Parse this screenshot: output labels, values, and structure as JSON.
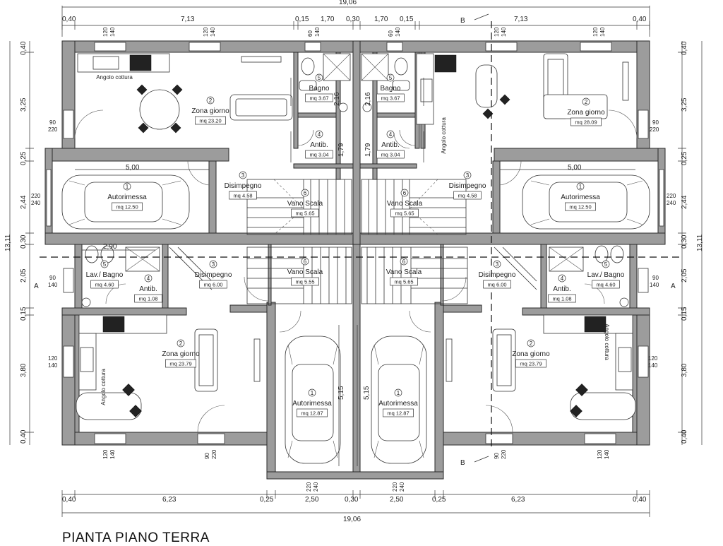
{
  "title": "PIANTA PIANO TERRA",
  "overall_width": "19,06",
  "overall_height": "13,11",
  "section_a": "A",
  "section_b": "B",
  "top_dims": [
    "0,40",
    "7,13",
    "0,15",
    "1,70",
    "0,30",
    "1,70",
    "0,15",
    "7,13",
    "0,40"
  ],
  "bottom_dims": [
    "0,40",
    "6,23",
    "0,25",
    "2,50",
    "0,30",
    "2,50",
    "0,25",
    "6,23",
    "0,40"
  ],
  "side_dims": [
    "0,40",
    "3,25",
    "0,25",
    "2,44",
    "0,30",
    "2,05",
    "0,15",
    "3,80",
    "0,40"
  ],
  "window_top": [
    {
      "w": "120",
      "h": "140"
    },
    {
      "w": "120",
      "h": "140"
    },
    {
      "w": "60",
      "h": "140"
    },
    {
      "w": "60",
      "h": "140"
    },
    {
      "w": "120",
      "h": "140"
    },
    {
      "w": "120",
      "h": "140"
    }
  ],
  "window_bottom": [
    {
      "w": "120",
      "h": "140"
    },
    {
      "w": "90",
      "h": "220"
    },
    {
      "w": "220",
      "h": "240"
    },
    {
      "w": "220",
      "h": "240"
    },
    {
      "w": "90",
      "h": "220"
    },
    {
      "w": "120",
      "h": "140"
    }
  ],
  "side_openings": {
    "upper_door": {
      "w": "90",
      "h": "220"
    },
    "garage_door": {
      "w": "220",
      "h": "240"
    },
    "bath_window": {
      "w": "90",
      "h": "140"
    },
    "kitchen_window": {
      "w": "120",
      "h": "140"
    }
  },
  "inner_dims": {
    "garage_len": "5,00",
    "bath_h1": "2,16",
    "antib_h": "1,79",
    "garage_len_lower": "5,15",
    "lower_width": "2,90"
  },
  "rooms": [
    {
      "id": "up-l-zona",
      "num": "2",
      "name": "Zona giorno",
      "area": "mq 23.20"
    },
    {
      "id": "up-l-angolo",
      "num": "",
      "name": "Angolo cottura",
      "area": ""
    },
    {
      "id": "up-l-bagno",
      "num": "5",
      "name": "Bagno",
      "area": "mq 3.67"
    },
    {
      "id": "up-l-antib",
      "num": "4",
      "name": "Antib.",
      "area": "mq 3.04"
    },
    {
      "id": "up-l-disimp",
      "num": "3",
      "name": "Disimpegno",
      "area": "mq 4.58"
    },
    {
      "id": "up-l-autorim",
      "num": "1",
      "name": "Autorimessa",
      "area": "mq 12.50"
    },
    {
      "id": "up-l-scala",
      "num": "6",
      "name": "Vano Scala",
      "area": "mq 5.65"
    },
    {
      "id": "up-r-bagno",
      "num": "5",
      "name": "Bagno",
      "area": "mq 3.67"
    },
    {
      "id": "up-r-antib",
      "num": "4",
      "name": "Antib.",
      "area": "mq 3.04"
    },
    {
      "id": "up-r-scala",
      "num": "6",
      "name": "Vano Scala",
      "area": "mq 5.65"
    },
    {
      "id": "up-r-disimp",
      "num": "3",
      "name": "Disimpegno",
      "area": "mq 4.58"
    },
    {
      "id": "up-r-autorim",
      "num": "1",
      "name": "Autorimessa",
      "area": "mq 12.50"
    },
    {
      "id": "up-r-zona",
      "num": "2",
      "name": "Zona giorno",
      "area": "mq 28.09"
    },
    {
      "id": "up-r-angolo",
      "num": "",
      "name": "Angolo cottura",
      "area": ""
    },
    {
      "id": "lo-l-bagno",
      "num": "5",
      "name": "Lav./ Bagno",
      "area": "mq 4.60"
    },
    {
      "id": "lo-l-antib",
      "num": "4",
      "name": "Antib.",
      "area": "mq 1.08"
    },
    {
      "id": "lo-l-disimp",
      "num": "3",
      "name": "Disimpegno",
      "area": "mq 6.00"
    },
    {
      "id": "lo-l-scala",
      "num": "6",
      "name": "Vano Scala",
      "area": "mq 5.55"
    },
    {
      "id": "lo-r-scala",
      "num": "6",
      "name": "Vano Scala",
      "area": "mq 5.65"
    },
    {
      "id": "lo-r-disimp",
      "num": "3",
      "name": "Disimpegno",
      "area": "mq 6.00"
    },
    {
      "id": "lo-r-antib",
      "num": "4",
      "name": "Antib.",
      "area": "mq 1.08"
    },
    {
      "id": "lo-r-bagno",
      "num": "5",
      "name": "Lav./ Bagno",
      "area": "mq 4.60"
    },
    {
      "id": "lo-l-zona",
      "num": "2",
      "name": "Zona giorno",
      "area": "mq 23.79"
    },
    {
      "id": "lo-l-angolo",
      "num": "",
      "name": "Angolo cottura",
      "area": ""
    },
    {
      "id": "lo-l-autorim",
      "num": "1",
      "name": "Autorimessa",
      "area": "mq 12.87"
    },
    {
      "id": "lo-r-autorim",
      "num": "1",
      "name": "Autorimessa",
      "area": "mq 12.87"
    },
    {
      "id": "lo-r-zona",
      "num": "2",
      "name": "Zona giorno",
      "area": "mq 23.79"
    },
    {
      "id": "lo-r-angolo",
      "num": "",
      "name": "Angolo cottura",
      "area": ""
    }
  ],
  "colors": {
    "wall": "#9c9c9c",
    "line": "#2a2a2a",
    "background": "#ffffff"
  }
}
